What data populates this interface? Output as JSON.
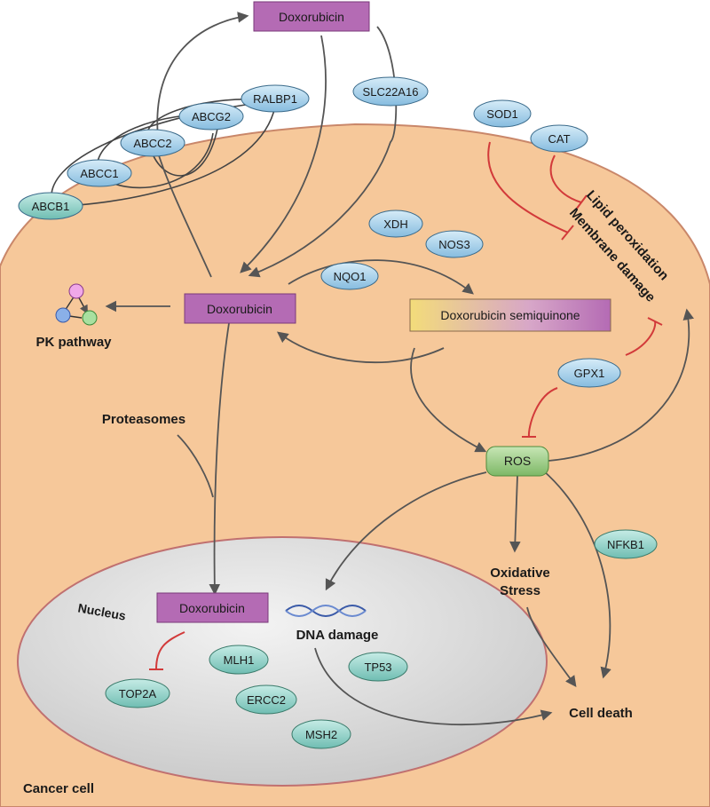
{
  "colors": {
    "cell_fill": "#f6c89a",
    "cell_stroke": "#c9876a",
    "nucleus_fill": "#dcdcdc",
    "drug_box": "#b46bb4",
    "drug_box_stroke": "#7a3a7a",
    "enzyme_blue": "#a9cde6",
    "enzyme_teal": "#8fcfc6",
    "ros_green": "#8ec67a",
    "inhibit_red": "#d23a3a",
    "arrow_gray": "#555555"
  },
  "labels": {
    "doxorubicin_top": "Doxorubicin",
    "doxorubicin_mid": "Doxorubicin",
    "doxorubicin_nucleus": "Doxorubicin",
    "semiquinone": "Doxorubicin semiquinone",
    "ros": "ROS",
    "pk_pathway": "PK pathway",
    "proteasomes": "Proteasomes",
    "nucleus": "Nucleus",
    "dna_damage": "DNA damage",
    "oxidative_line1": "Oxidative",
    "oxidative_line2": "Stress",
    "cell_death": "Cell death",
    "cancer_cell": "Cancer cell",
    "lipid_peroxidation": "Lipid peroxidation",
    "membrane_damage": "Membrane damage"
  },
  "transporters": {
    "abcb1": "ABCB1",
    "abcc1": "ABCC1",
    "abcc2": "ABCC2",
    "abcg2": "ABCG2",
    "ralbp1": "RALBP1",
    "slc22a16": "SLC22A16"
  },
  "enzymes": {
    "sod1": "SOD1",
    "cat": "CAT",
    "xdh": "XDH",
    "nos3": "NOS3",
    "nqo1": "NQO1",
    "gpx1": "GPX1",
    "nfkb1": "NFKB1"
  },
  "nuclear": {
    "top2a": "TOP2A",
    "mlh1": "MLH1",
    "ercc2": "ERCC2",
    "msh2": "MSH2",
    "tp53": "TP53"
  }
}
